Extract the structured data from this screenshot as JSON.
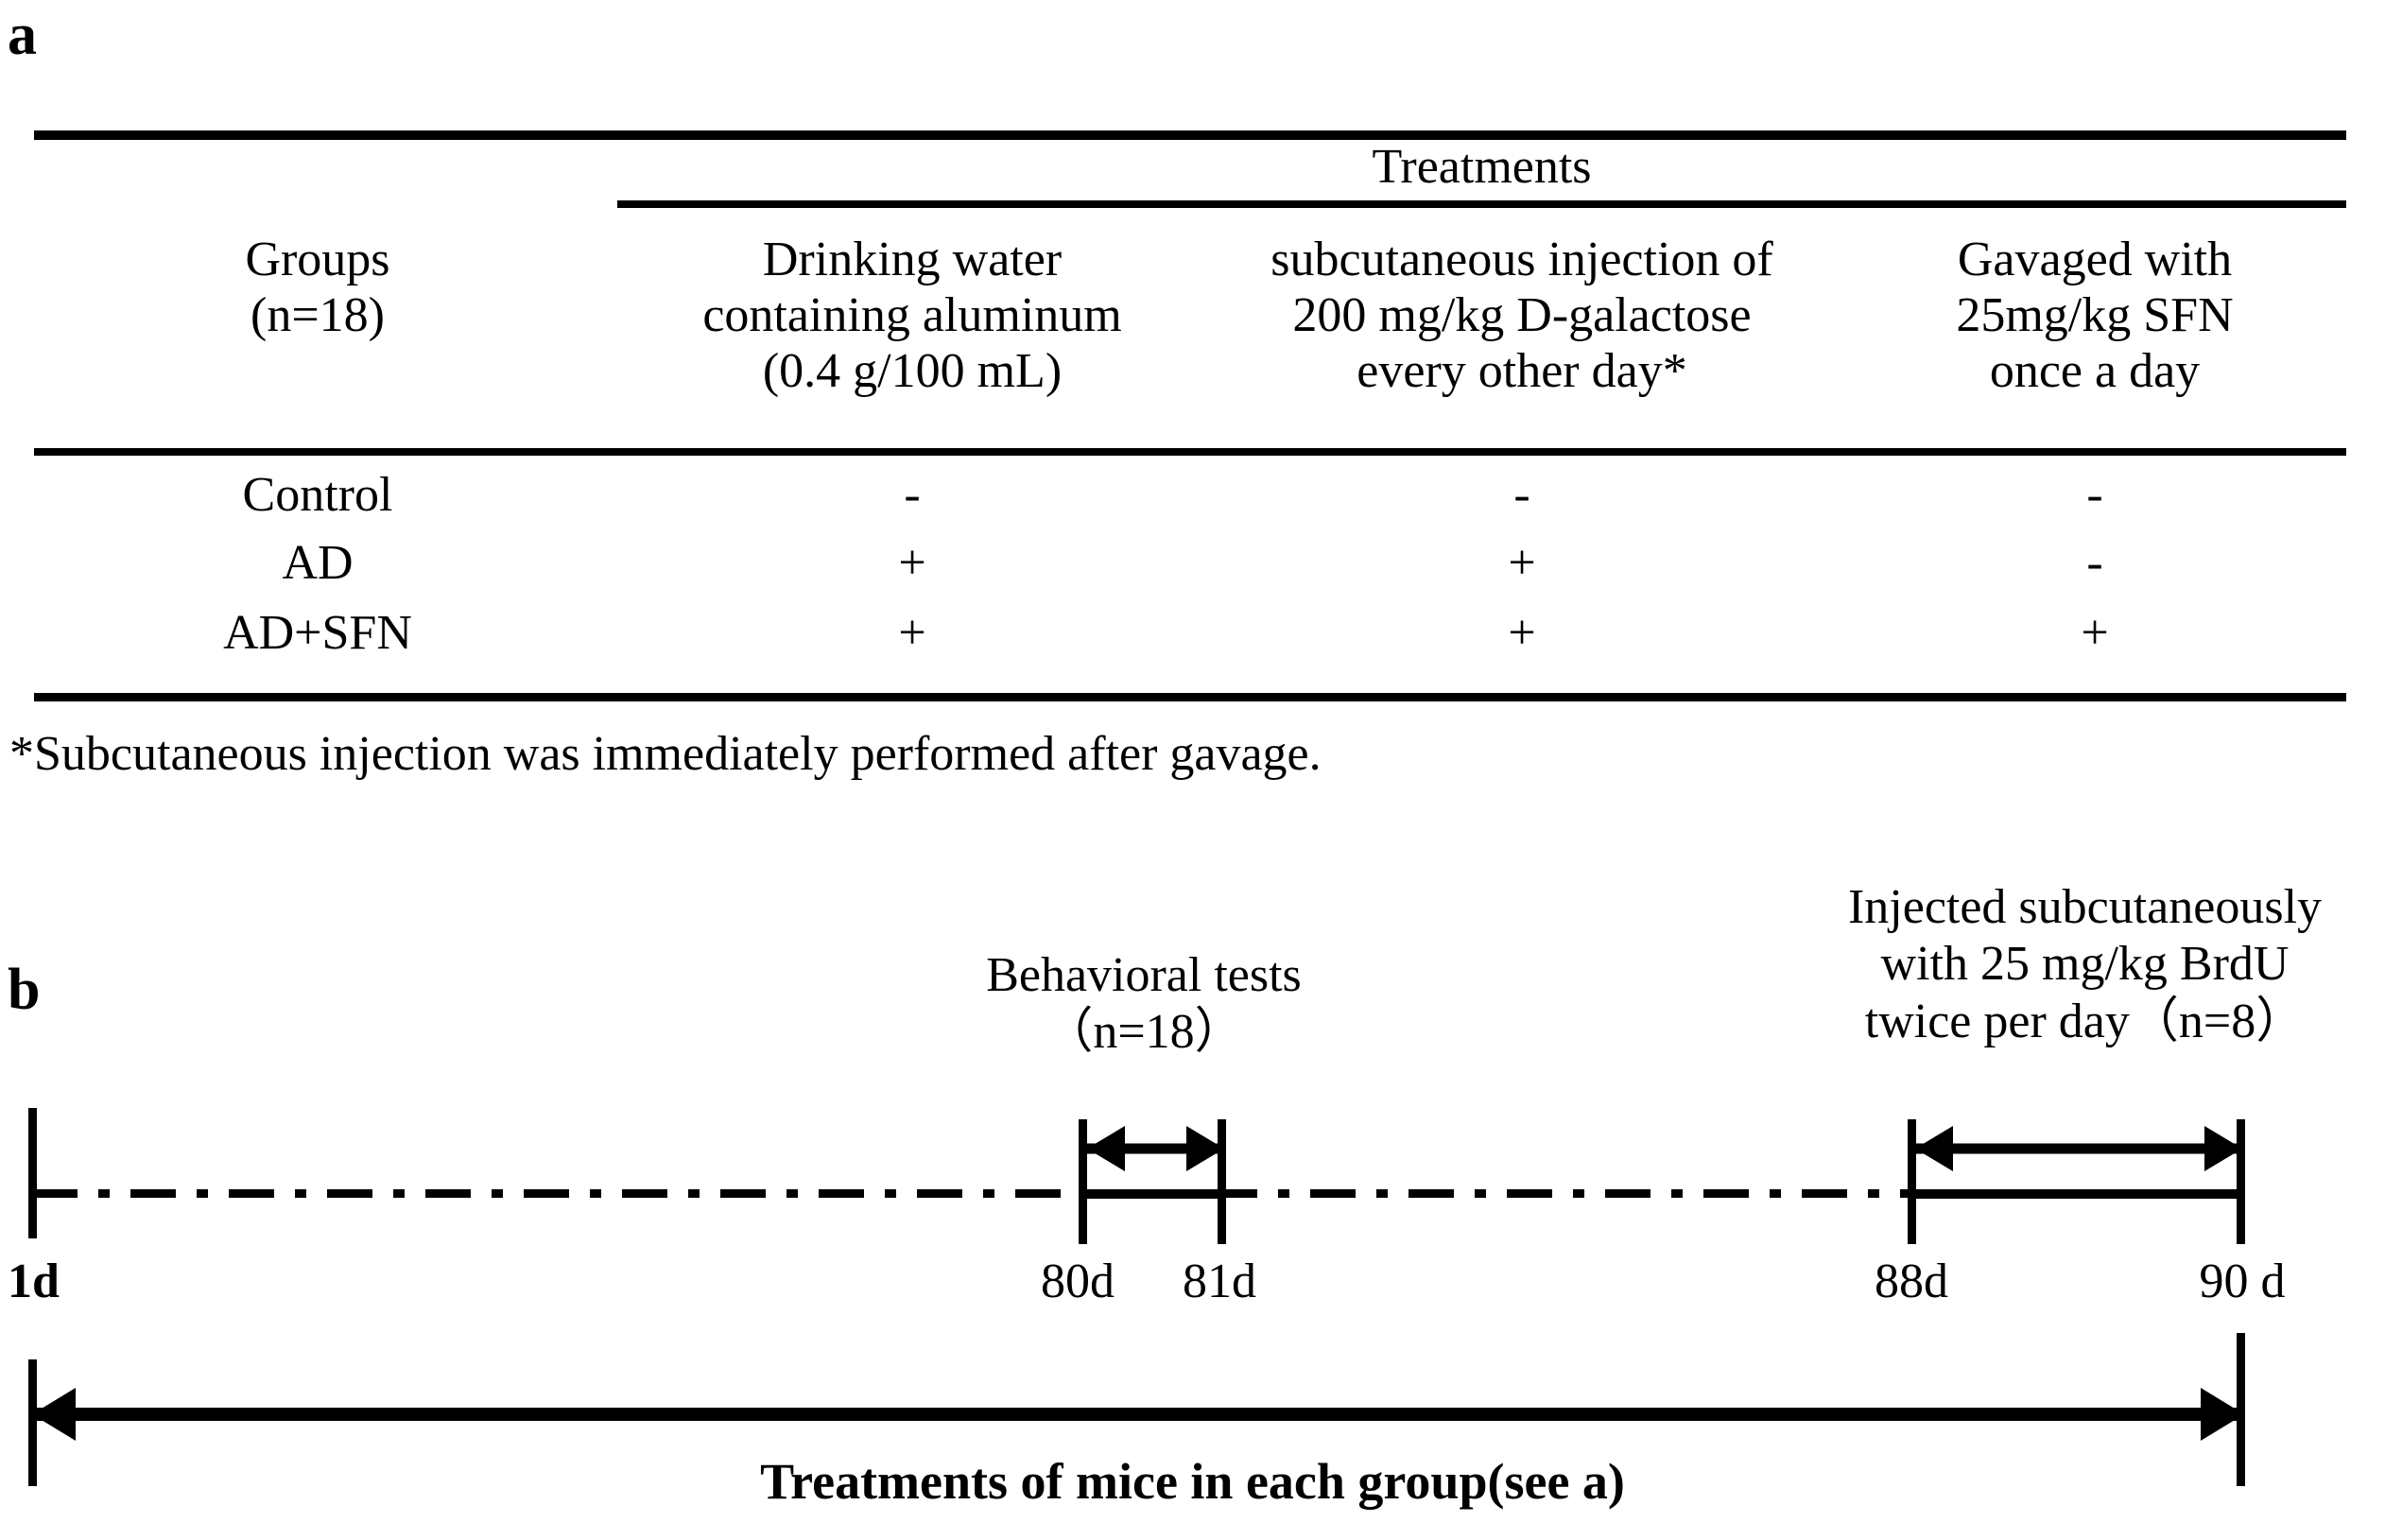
{
  "panels": {
    "a_letter": "a",
    "b_letter": "b"
  },
  "table": {
    "group_column_header": "Groups\n(n=18)",
    "group_column_header_line1": "Groups",
    "group_column_header_line2": "(n=18)",
    "spanner_header": "Treatments",
    "columns": [
      {
        "id": "drinking-water",
        "line1": "Drinking  water",
        "line2": "containing aluminum",
        "line3": "(0.4 g/100 mL)"
      },
      {
        "id": "d-galactose",
        "line1": "subcutaneous injection of",
        "line2": "200 mg/kg D-galactose",
        "line3": "every other day*"
      },
      {
        "id": "sfn-gavage",
        "line1": "Gavaged with",
        "line2": "25mg/kg SFN",
        "line3": "once a day"
      }
    ],
    "rows": [
      {
        "group": "Control",
        "drinking_water": "-",
        "d_galactose": "-",
        "sfn": "-"
      },
      {
        "group": "AD",
        "drinking_water": "+",
        "d_galactose": "+",
        "sfn": "-"
      },
      {
        "group": "AD+SFN",
        "drinking_water": "+",
        "d_galactose": "+",
        "sfn": "+"
      }
    ],
    "footnote": "*Subcutaneous injection was immediately performed after gavage."
  },
  "timeline": {
    "annotations": {
      "behavioral_line1": "Behavioral tests",
      "behavioral_line2": "（n=18）",
      "brdu_line1": "Injected subcutaneously",
      "brdu_line2": "with 25 mg/kg BrdU",
      "brdu_line3": "twice per day（n=8）"
    },
    "day_labels": {
      "start": "1d",
      "d80": "80d",
      "d81": "81d",
      "d88": "88d",
      "d90": "90 d"
    },
    "bottom_caption": "Treatments of mice in each group(see a)"
  },
  "colors": {
    "ink": "#000000",
    "background": "#ffffff"
  }
}
